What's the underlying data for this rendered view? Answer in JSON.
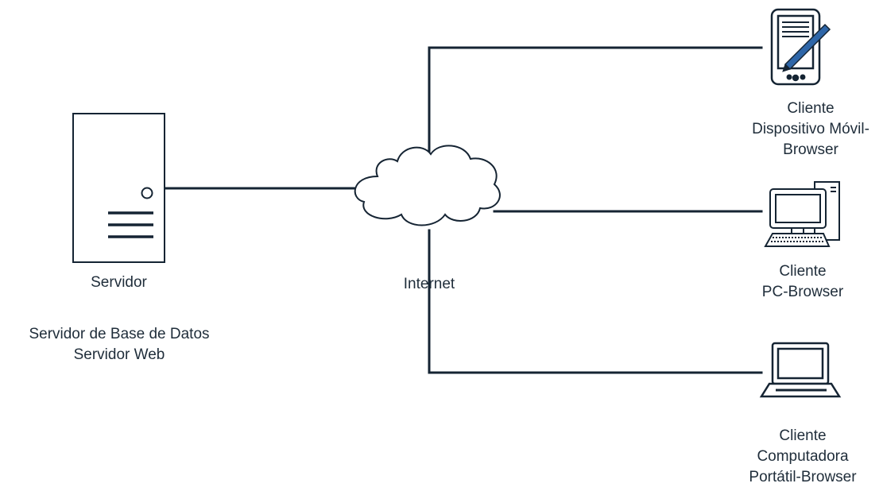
{
  "diagram": {
    "server": {
      "label": "Servidor",
      "roles": [
        "Servidor de Base de Datos",
        "Servidor Web"
      ],
      "icon": "server-tower-icon"
    },
    "network": {
      "label": "Internet",
      "icon": "cloud-icon"
    },
    "clients": [
      {
        "lines": [
          "Cliente",
          "Dispositivo Móvil-",
          "Browser"
        ],
        "icon": "mobile-device-icon"
      },
      {
        "lines": [
          "Cliente",
          "PC-Browser"
        ],
        "icon": "desktop-pc-icon"
      },
      {
        "lines": [
          "Cliente",
          "Computadora",
          "Portátil-Browser"
        ],
        "icon": "laptop-icon"
      }
    ],
    "colors": {
      "stroke": "#152433",
      "accent": "#1f4e79",
      "fill": "#ffffff"
    }
  }
}
